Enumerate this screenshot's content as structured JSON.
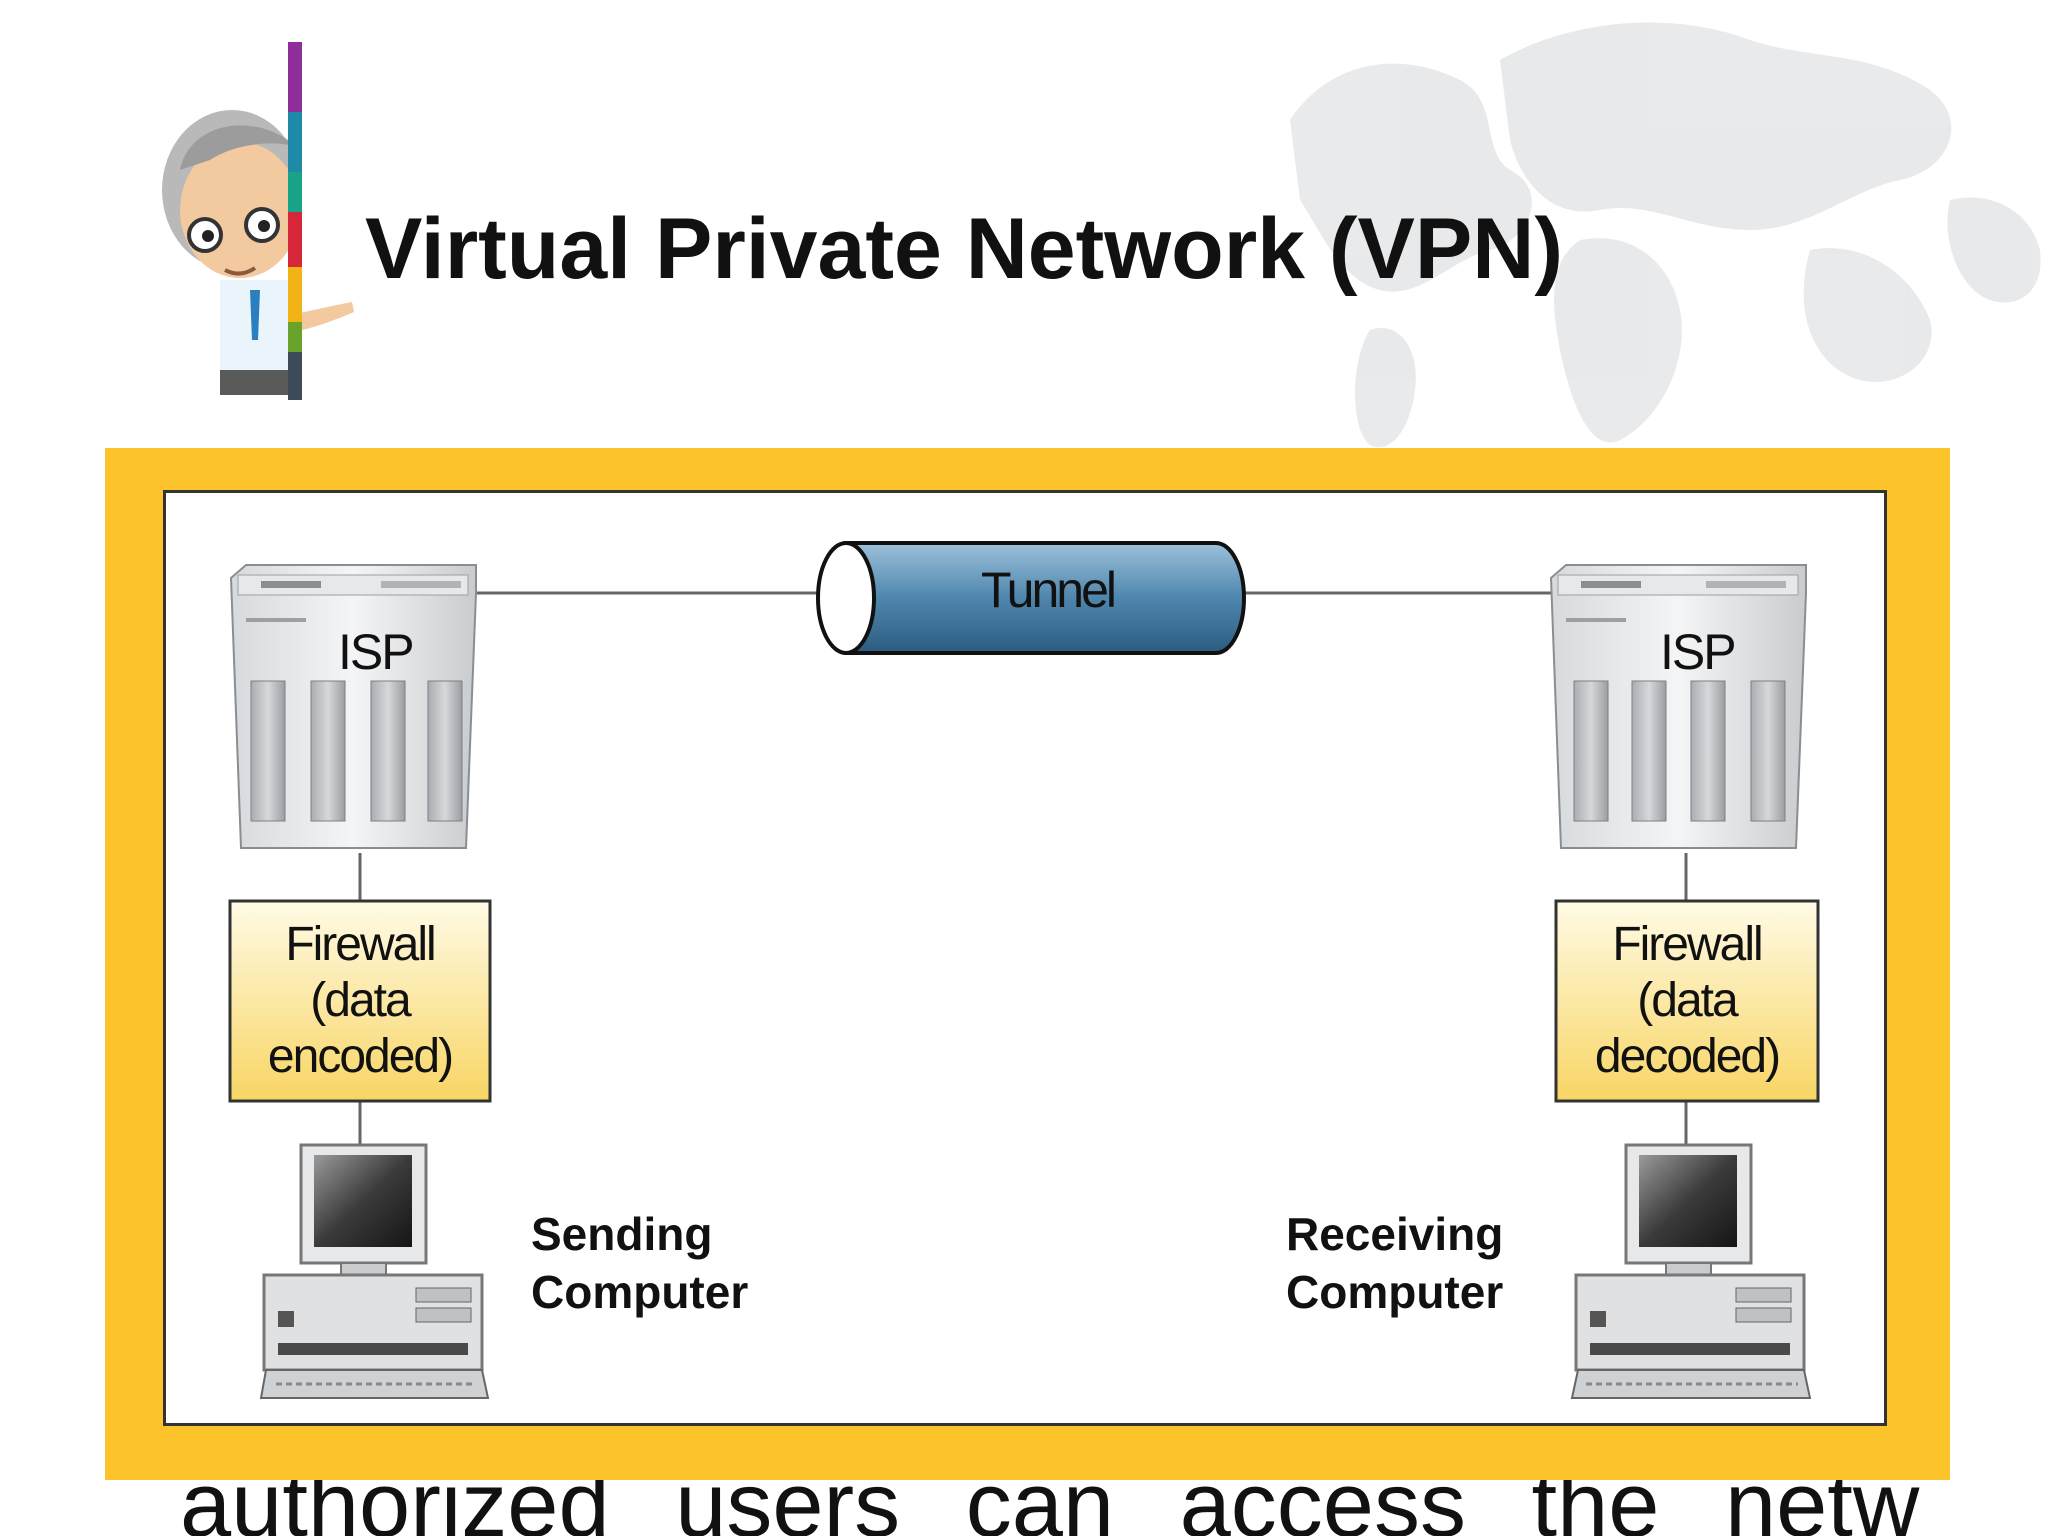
{
  "slide": {
    "title": "Virtual Private Network (VPN)",
    "bottom_text": "authorized users can access the network"
  },
  "diagram": {
    "tunnel_label": "Tunnel",
    "left": {
      "isp_label": "ISP",
      "firewall_lines": [
        "Firewall",
        "(data",
        "encoded)"
      ],
      "computer_lines": [
        "Sending",
        "Computer"
      ]
    },
    "right": {
      "isp_label": "ISP",
      "firewall_lines": [
        "Firewall",
        "(data",
        "decoded)"
      ],
      "computer_lines": [
        "Receiving",
        "Computer"
      ]
    }
  },
  "colors": {
    "frame": "#fcc42a",
    "firewall_top": "#fffbe6",
    "firewall_bottom": "#f8d564",
    "tunnel": "#3e7398",
    "title_bar": [
      "#8e2e9a",
      "#1e8aa8",
      "#19a48a",
      "#d6263a",
      "#f2b414",
      "#6aa32c",
      "#3c4b57"
    ]
  }
}
